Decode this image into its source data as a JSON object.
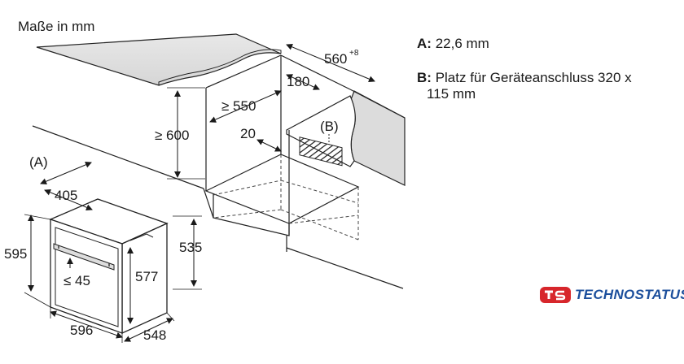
{
  "diagram": {
    "title": "Maße in mm",
    "dimensions": {
      "depth_top": "560",
      "depth_top_sup": "+8",
      "gap_180": "180",
      "niche_depth": "≥ 550",
      "niche_height": "≥ 600",
      "gap_20": "20",
      "oven_top_depth": "405",
      "oven_height": "595",
      "door_gap": "≤ 45",
      "inner_height": "577",
      "side_height": "535",
      "oven_width": "596",
      "oven_depth": "548"
    },
    "markers": {
      "a": "(A)",
      "b": "(B)"
    }
  },
  "legend": [
    {
      "key": "A:",
      "text": "22,6 mm"
    },
    {
      "key": "B:",
      "text": "Platz für Geräteanschluss 320 x",
      "text2": "115 mm"
    }
  ],
  "logo": {
    "text": "TECHNOSTATUS",
    "icon": "technostatus-logo-icon",
    "color": "#1c4f9c",
    "accent": "#d7262b"
  }
}
